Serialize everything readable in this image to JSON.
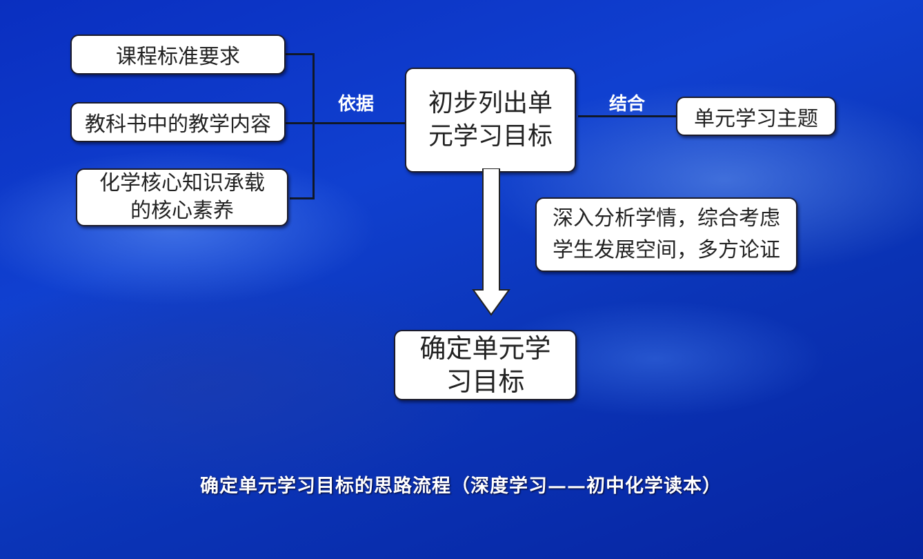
{
  "left_sources": [
    "课程标准要求",
    "教科书中的教学内容",
    "化学核心知识承载的核心素养"
  ],
  "label_basis": "依据",
  "center_box": "初步列出单元学习目标",
  "label_combine": "结合",
  "right_box": "单元学习主题",
  "note_box": "深入分析学情，综合考虑学生发展空间，多方论证",
  "final_box": "确定单元学习目标",
  "caption": "确定单元学习目标的思路流程（深度学习——初中化学读本）"
}
